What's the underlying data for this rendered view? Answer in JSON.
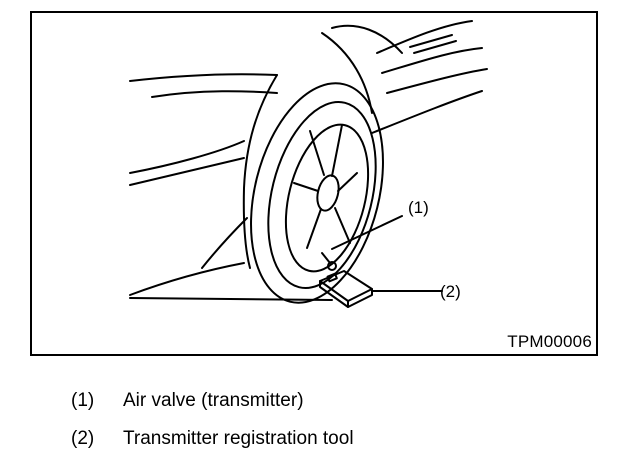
{
  "figure": {
    "callout_1": "(1)",
    "callout_2": "(2)",
    "figure_id": "TPM00006"
  },
  "legend": [
    {
      "number": "(1)",
      "text": "Air valve (transmitter)"
    },
    {
      "number": "(2)",
      "text": "Transmitter registration tool"
    }
  ]
}
